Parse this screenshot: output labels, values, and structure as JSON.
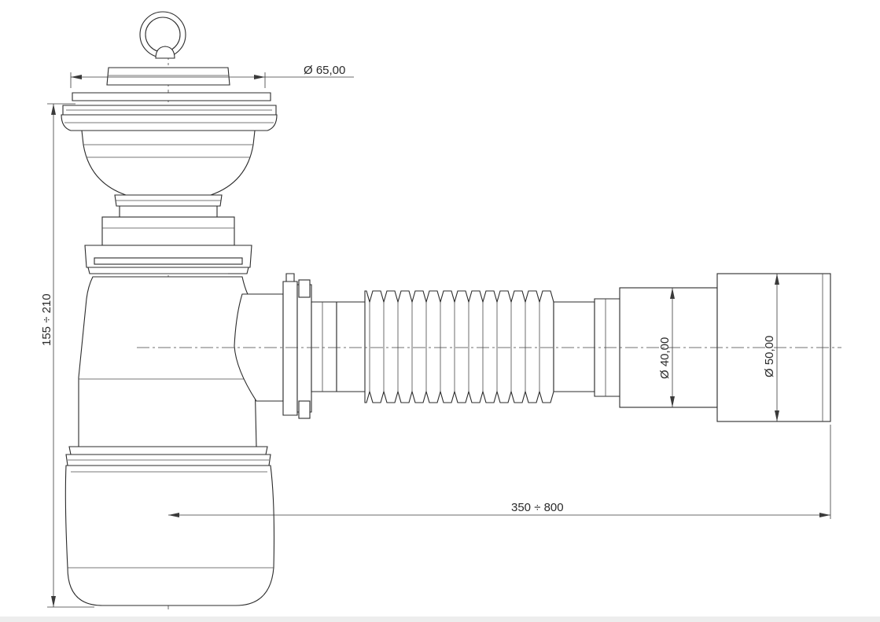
{
  "dimensions": {
    "plug_diameter": "Ø 65,00",
    "total_height": "155 ÷ 210",
    "outlet_inner_diameter": "Ø 40,00",
    "outlet_outer_diameter": "Ø 50,00",
    "horizontal_length": "350 ÷ 800"
  }
}
